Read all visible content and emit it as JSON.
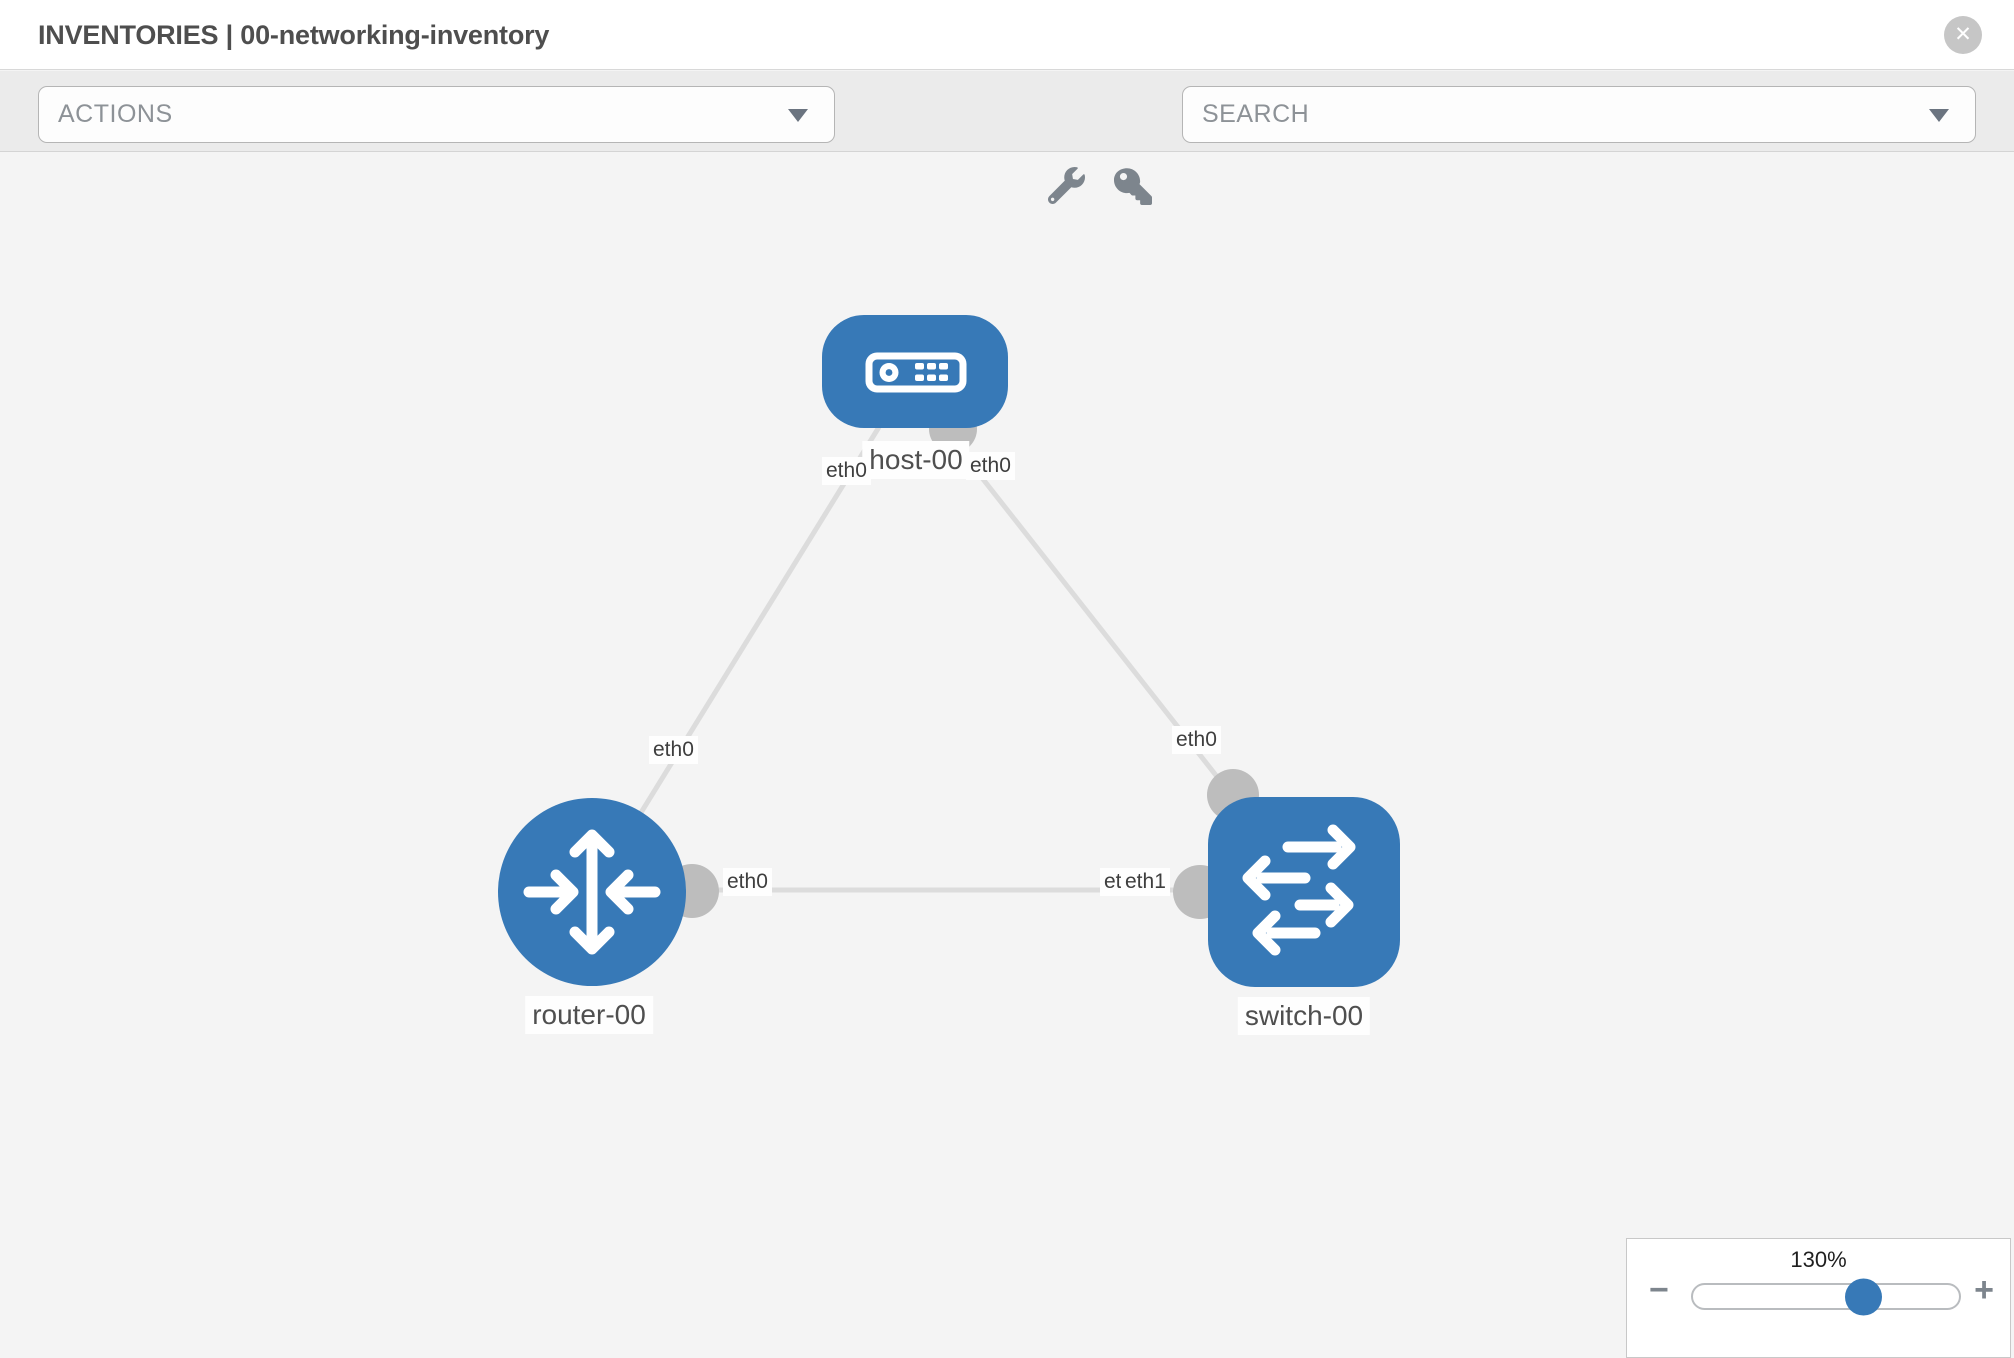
{
  "header": {
    "title": "INVENTORIES | 00-networking-inventory",
    "close": "✕"
  },
  "toolbar": {
    "actions_label": "ACTIONS",
    "search_label": "SEARCH"
  },
  "topology": {
    "nodes": [
      {
        "id": "host-00",
        "label": "host-00",
        "type": "host"
      },
      {
        "id": "router-00",
        "label": "router-00",
        "type": "router"
      },
      {
        "id": "switch-00",
        "label": "switch-00",
        "type": "switch"
      }
    ],
    "links": [
      {
        "from": "host-00",
        "to": "router-00",
        "from_iface": "eth0",
        "to_iface": "eth0"
      },
      {
        "from": "host-00",
        "to": "switch-00",
        "from_iface": "eth0",
        "to_iface": "eth0"
      },
      {
        "from": "router-00",
        "to": "switch-00",
        "from_iface": "eth0",
        "to_iface": "eth1"
      }
    ],
    "iface_labels": {
      "host_left": "eth0",
      "host_right": "eth0",
      "router_diag": "eth0",
      "switch_diag": "eth0",
      "bottom_router": "eth0",
      "bottom_switch_under": "eth0",
      "bottom_switch_over": "eth1"
    }
  },
  "zoom_control": {
    "level": "130%",
    "minus": "−",
    "plus": "+",
    "percent": 64
  },
  "colors": {
    "node_blue": "#3779b7",
    "link_gray": "#dcdcdc",
    "port_gray": "#bdbdbd",
    "toolbar_bg": "#ebebeb",
    "canvas_bg": "#f4f4f4"
  }
}
